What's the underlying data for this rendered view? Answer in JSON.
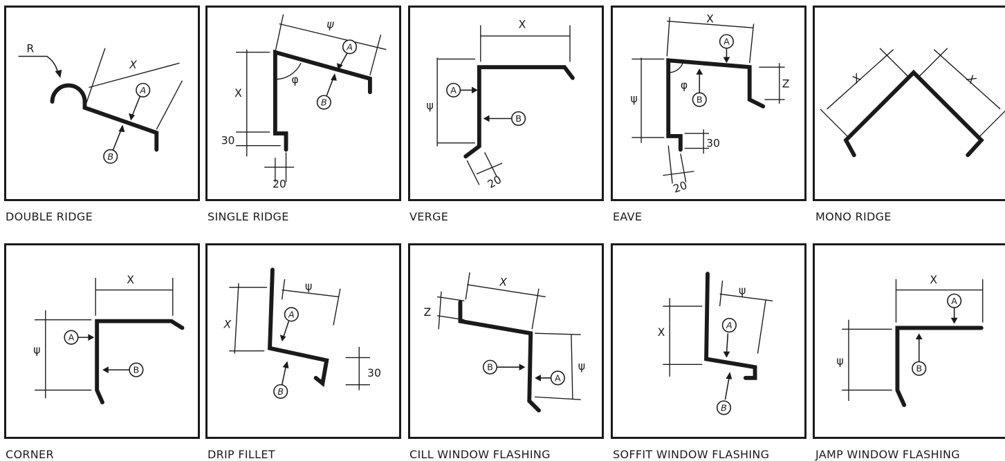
{
  "panels": [
    {
      "caption": "DOUBLE RIDGE",
      "labels": {
        "r": "R",
        "x": "X",
        "a": "A",
        "b": "B"
      }
    },
    {
      "caption": "SINGLE RIDGE",
      "labels": {
        "psi": "ψ",
        "x": "X",
        "phi": "φ",
        "a": "A",
        "b": "B",
        "d30": "30",
        "d20": "20"
      }
    },
    {
      "caption": "VERGE",
      "labels": {
        "x": "X",
        "psi": "ψ",
        "a": "A",
        "b": "B",
        "d20": "20"
      }
    },
    {
      "caption": "EAVE",
      "labels": {
        "x": "X",
        "psi": "ψ",
        "phi": "φ",
        "z": "Z",
        "a": "A",
        "b": "B",
        "d30": "30",
        "d20": "20"
      }
    },
    {
      "caption": "MONO RIDGE",
      "labels": {
        "x1": "X",
        "x2": "X"
      }
    },
    {
      "caption": "CORNER",
      "labels": {
        "x": "X",
        "psi": "ψ",
        "a": "A",
        "b": "B"
      }
    },
    {
      "caption": "DRIP FILLET",
      "labels": {
        "x": "X",
        "psi": "ψ",
        "a": "A",
        "b": "B",
        "d30": "30"
      }
    },
    {
      "caption": "CILL WINDOW FLASHING",
      "labels": {
        "x": "X",
        "z": "Z",
        "psi": "ψ",
        "a": "A",
        "b": "B"
      }
    },
    {
      "caption": "SOFFIT WINDOW FLASHING",
      "labels": {
        "x": "X",
        "psi": "ψ",
        "a": "A",
        "b": "B"
      }
    },
    {
      "caption": "JAMP WINDOW FLASHING",
      "labels": {
        "x": "X",
        "psi": "ψ",
        "a": "A",
        "b": "B"
      }
    }
  ]
}
